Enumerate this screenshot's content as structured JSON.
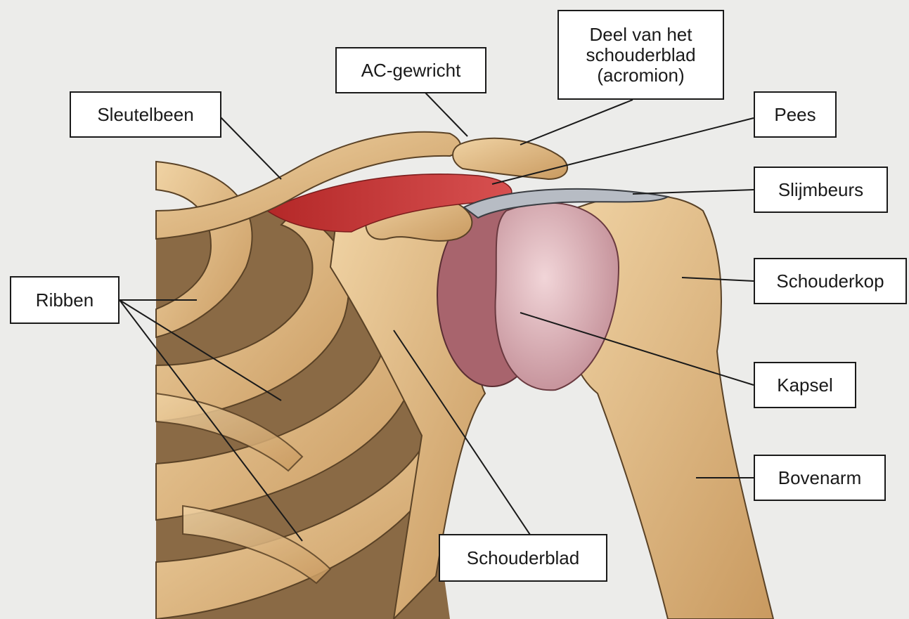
{
  "labels": {
    "ac_joint": "AC-gewricht",
    "acromion": "Deel van het\nschouderblad\n(acromion)",
    "clavicle": "Sleutelbeen",
    "tendon": "Pees",
    "bursa": "Slijmbeurs",
    "ribs": "Ribben",
    "humeral_head": "Schouderkop",
    "capsule": "Kapsel",
    "upper_arm": "Bovenarm",
    "scapula": "Schouderblad"
  },
  "colors": {
    "background": "#ececea",
    "bone": "#e3bf8c",
    "bone_shadow": "#b78d57",
    "bone_outline": "#5a4226",
    "muscle": "#c93a3a",
    "capsule": "#c98f97",
    "cartilage": "#d8b0b6",
    "rib_gap": "#8a6a45"
  }
}
